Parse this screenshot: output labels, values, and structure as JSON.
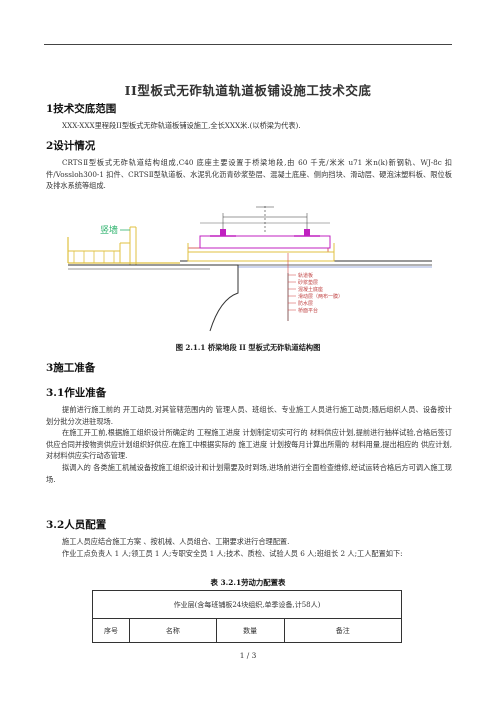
{
  "title": "II型板式无砟轨道轨道板铺设施工技术交底",
  "section1": {
    "heading": "1技术交底范围",
    "text": "XXX-XXX里程段II型板式无砟轨道板铺设施工,全长XXX米.(以桥梁为代表)."
  },
  "section2": {
    "heading": "2设计情况",
    "text": "CRTSⅡ型板式无砟轨道结构组成,C40 底座主要设置于桥梁地段,由 60 千克/米米 u71 米n(k)新钢轨、WJ-8c 扣件/Vossloh300-1 扣件、CRTSⅡ型轨道板、水泥乳化沥青砂浆垫层、混凝土底座、侧向挡块、滑动层、硬泡沫塑料板、限位板及排水系统等组成."
  },
  "figure": {
    "caption": "图 2.1.1 桥梁地段 II 型板式无砟轨道结构图",
    "label_wall": "竖墙",
    "legend": [
      "轨道板",
      "砂浆垫层",
      "混凝土底座",
      "滑动层（两布一膜）",
      "防水层",
      "桥面平台"
    ]
  },
  "section3": {
    "heading": "3施工准备",
    "sub1": {
      "heading": "3.1作业准备",
      "paragraphs": [
        "提前进行施工前的 开工动员,对其管辖范围内的 管理人员、班组长、专业施工人员进行施工动员;随后组织人员、设备按计划分批分次进驻现场.",
        "在施工开工前,根据施工组织设计所确定的 工程施工进度 计划制定切实可行的 材料供应计划,提前进行抽样试验,合格后签订供应合同并按物资供应计划组织好供应.在施工中根据实际的 施工进度 计划按每月计算出所需的 材料用量,提出相应的 供应计划,对材料供应实行动态管理.",
        "拟调入的 各类施工机械设备按施工组织设计和计划需要及时到场,进场前进行全面检查维修,经试运转合格后方可调入施工现场."
      ]
    },
    "sub2": {
      "heading": "3.2人员配置",
      "paragraphs": [
        "施工人员应结合施工方案 、按机械、人员组合、工期要求进行合理配置.",
        "作业工点负责人 1 人;领工员 1 人;专职安全员 1 人;技术、质检、试验人员 6 人;班组长 2 人;工人配置如下:"
      ]
    }
  },
  "table": {
    "caption": "表 3.2.1劳动力配置表",
    "header_span": "作业层(含每班铺板24块组织,单季设备,计58人)",
    "columns": [
      "序号",
      "名称",
      "数量",
      "备注"
    ]
  },
  "page_number": "1 / 3"
}
